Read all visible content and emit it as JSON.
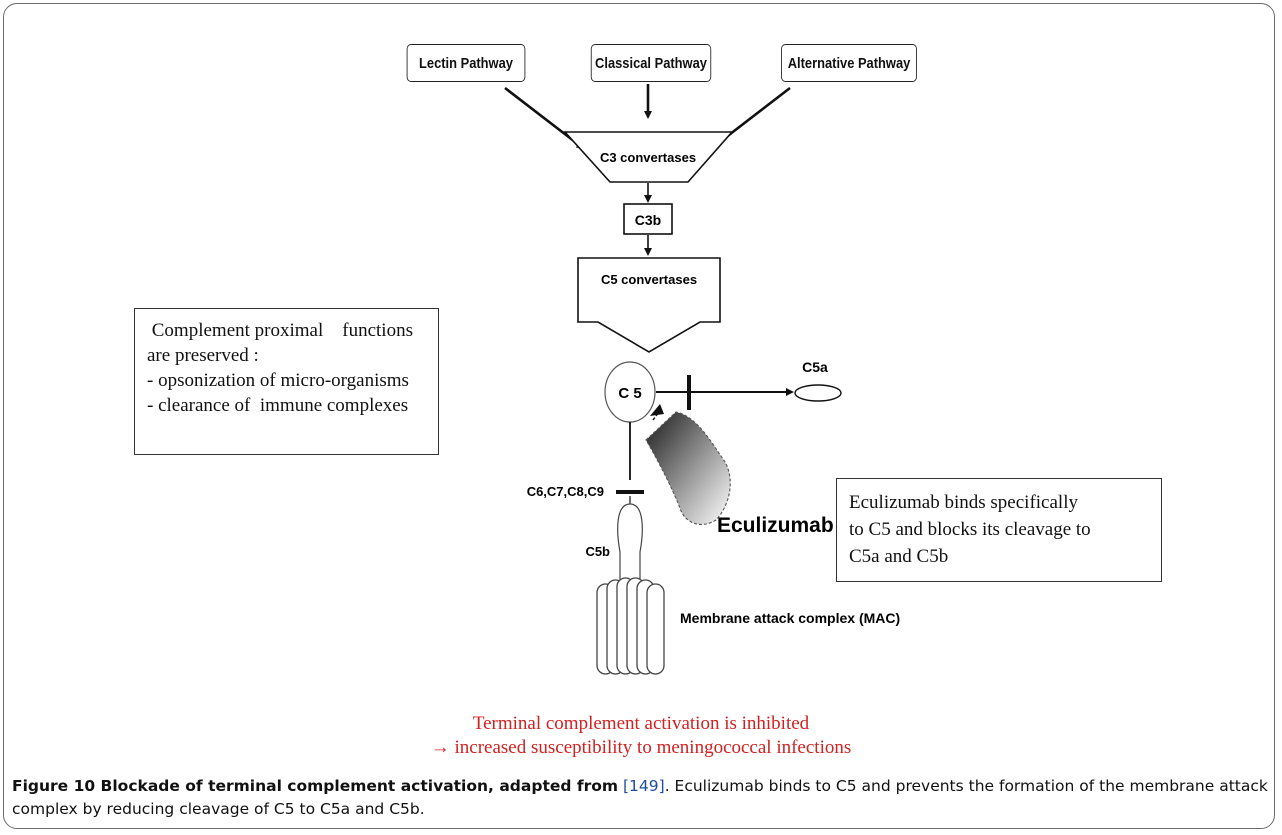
{
  "pathways": {
    "lectin": "Lectin Pathway",
    "classical": "Classical Pathway",
    "alternative": "Alternative Pathway"
  },
  "nodes": {
    "c3_convertases": "C3 convertases",
    "c3b": "C3b",
    "c5_convertases": "C5 convertases",
    "c5": "C 5",
    "c5a": "C5a",
    "c6_c9": "C6,C7,C8,C9",
    "c5b": "C5b",
    "mac": "Membrane attack complex (MAC)",
    "eculizumab": "Eculizumab"
  },
  "left_box": {
    "lines": [
      " Complement proximal    functions",
      "are preserved :",
      "- opsonization of micro-organisms",
      "- clearance of  immune complexes"
    ]
  },
  "right_box": {
    "lines": [
      "Eculizumab binds specifically",
      "to C5 and blocks its cleavage to",
      "C5a and C5b"
    ]
  },
  "conclusion": {
    "line1": "Terminal complement activation   is inhibited",
    "line2": "→ increased susceptibility to meningococcal infections"
  },
  "caption": {
    "title": "Figure 10 Blockade of terminal complement activation, adapted from",
    "ref": "[149]",
    "body": ". Eculizumab binds to C5 and prevents the formation of the membrane attack complex by reducing cleavage of C5 to C5a and C5b."
  },
  "colors": {
    "conclusion_text": "#d32020",
    "caption_ref": "#1d4fa0"
  }
}
